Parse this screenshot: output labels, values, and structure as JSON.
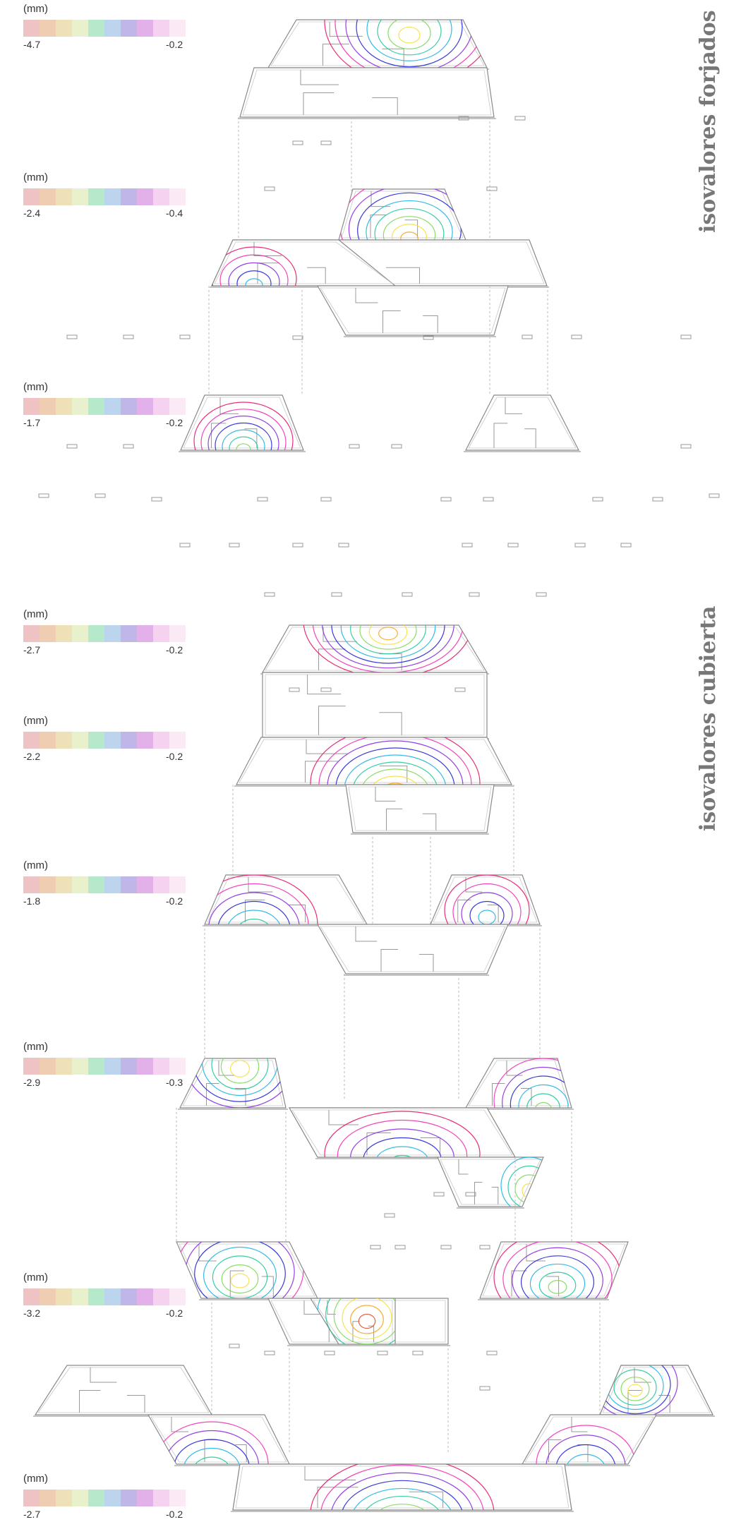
{
  "titles": {
    "top": "isovalores forjados",
    "bottom": "isovalores cubierta"
  },
  "palette": [
    "#efc3c4",
    "#efcdb3",
    "#eee1b8",
    "#e9f0cc",
    "#b6e8cb",
    "#bdd4ee",
    "#c0b6e8",
    "#e3b1ea",
    "#f5d2ef",
    "#fbeaf6"
  ],
  "contour_colors": [
    "#e6176c",
    "#f230b6",
    "#8a2be2",
    "#2323d8",
    "#1fb4e6",
    "#20c99b",
    "#7ed957",
    "#f5e13c",
    "#f5a623",
    "#e44d2e"
  ],
  "legends": [
    {
      "unit": "(mm)",
      "min": "-4.7",
      "max": "-0.2"
    },
    {
      "unit": "(mm)",
      "min": "-2.4",
      "max": "-0.4"
    },
    {
      "unit": "(mm)",
      "min": "-1.7",
      "max": "-0.2"
    },
    {
      "unit": "(mm)",
      "min": "-2.7",
      "max": "-0.2"
    },
    {
      "unit": "(mm)",
      "min": "-2.2",
      "max": "-0.2"
    },
    {
      "unit": "(mm)",
      "min": "-1.8",
      "max": "-0.2"
    },
    {
      "unit": "(mm)",
      "min": "-2.9",
      "max": "-0.3"
    },
    {
      "unit": "(mm)",
      "min": "-3.2",
      "max": "-0.2"
    },
    {
      "unit": "(mm)",
      "min": "-2.7",
      "max": "-0.2"
    }
  ]
}
